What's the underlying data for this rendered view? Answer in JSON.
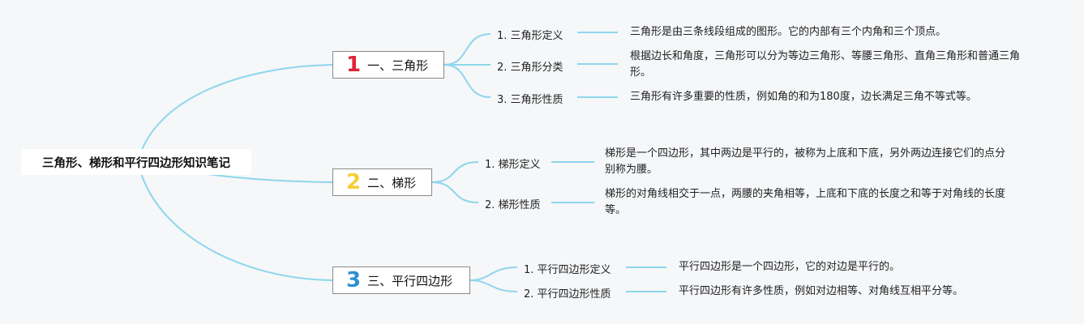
{
  "root": {
    "title": "三角形、梯形和平行四边形知识笔记"
  },
  "line_color": "#8dd6ec",
  "branches": [
    {
      "number": "1",
      "number_color": "#e0243a",
      "title": "一、三角形",
      "items": [
        {
          "label": "1. 三角形定义",
          "desc": "三角形是由三条线段组成的图形。它的内部有三个内角和三个顶点。"
        },
        {
          "label": "2. 三角形分类",
          "desc": "根据边长和角度，三角形可以分为等边三角形、等腰三角形、直角三角形和普通三角形。"
        },
        {
          "label": "3. 三角形性质",
          "desc": "三角形有许多重要的性质，例如角的和为180度，边长满足三角不等式等。"
        }
      ]
    },
    {
      "number": "2",
      "number_color": "#f4cf3a",
      "title": "二、梯形",
      "items": [
        {
          "label": "1. 梯形定义",
          "desc": "梯形是一个四边形，其中两边是平行的，被称为上底和下底，另外两边连接它们的点分别称为腰。"
        },
        {
          "label": "2. 梯形性质",
          "desc": "梯形的对角线相交于一点，两腰的夹角相等，上底和下底的长度之和等于对角线的长度等。"
        }
      ]
    },
    {
      "number": "3",
      "number_color": "#2e8fd0",
      "title": "三、平行四边形",
      "items": [
        {
          "label": "1. 平行四边形定义",
          "desc": "平行四边形是一个四边形，它的对边是平行的。"
        },
        {
          "label": "2. 平行四边形性质",
          "desc": "平行四边形有许多性质，例如对边相等、对角线互相平分等。"
        }
      ]
    }
  ]
}
